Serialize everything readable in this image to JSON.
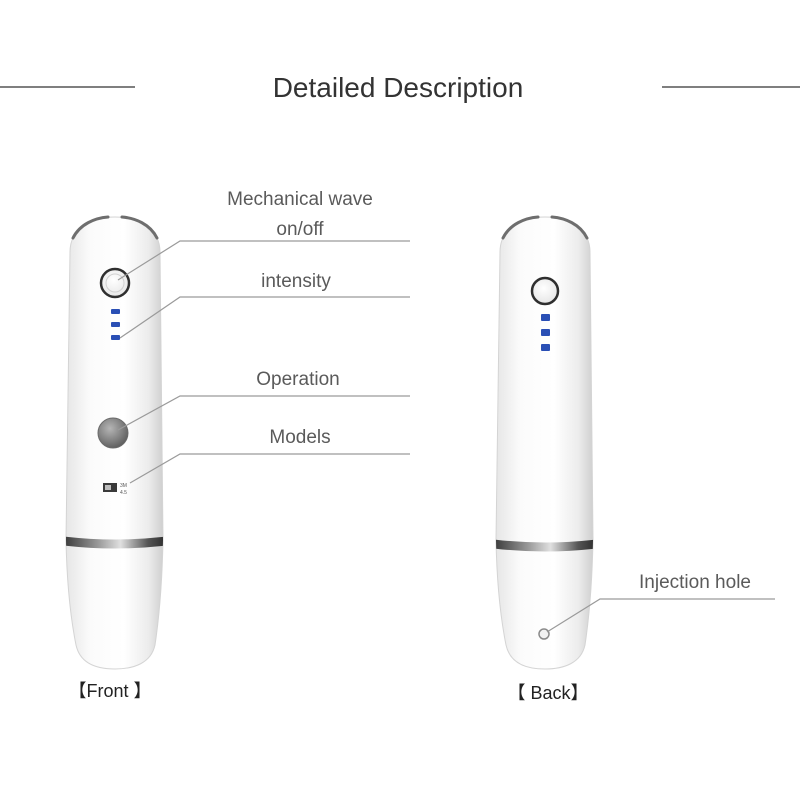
{
  "title": "Detailed Description",
  "callouts": {
    "mechanical_wave_line1": "Mechanical wave",
    "mechanical_wave_line2": "on/off",
    "intensity": "intensity",
    "operation": "Operation",
    "models": "Models",
    "injection_hole": "Injection hole"
  },
  "views": {
    "front": "【Front 】",
    "back": "【 Back】"
  },
  "switch_labels": {
    "top": "3M",
    "bottom": "4.5"
  },
  "intensity_levels": 3,
  "colors": {
    "title": "#333333",
    "callout_text": "#5a5a5a",
    "callout_line": "#9a9a9a",
    "indicator_blue": "#2a4fb5",
    "device_body": "#f7f7f7",
    "metal_band": "#4a4a4a",
    "operation_button": "#7d7d7d"
  },
  "icons": {
    "power_button": "power-button-icon",
    "intensity_indicator": "intensity-led-icon",
    "operation_button": "operation-button-icon",
    "mode_switch": "mode-switch-icon",
    "injection_hole": "injection-hole-icon"
  }
}
